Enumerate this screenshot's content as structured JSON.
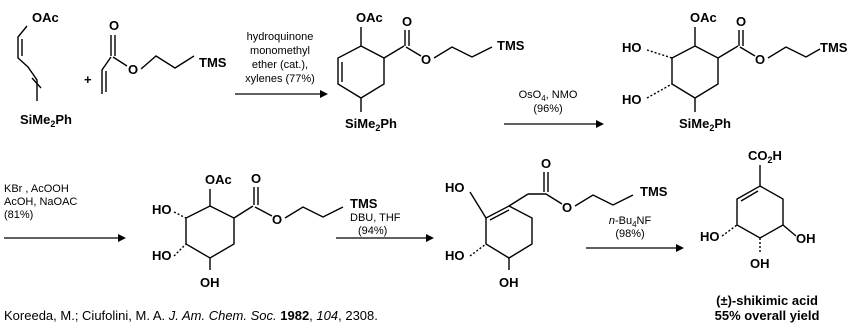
{
  "reactants": {
    "diene": {
      "oac": "OAc",
      "silyl_main": "SiMe",
      "silyl_sub": "2",
      "silyl_tail": "Ph"
    },
    "plus": "+",
    "acrylate": {
      "tms": "TMS"
    }
  },
  "step1": {
    "line1": "hydroquinone",
    "line2": "monomethyl",
    "line3": "ether (cat.),",
    "line4": "xylenes (77%)"
  },
  "cpd1": {
    "oac": "OAc",
    "tms": "TMS",
    "silyl_main": "SiMe",
    "silyl_sub": "2",
    "silyl_tail": "Ph"
  },
  "step2": {
    "reagent_main": "OsO",
    "reagent_sub": "4",
    "reagent_tail": ", NMO",
    "yield": "(96%)"
  },
  "cpd2": {
    "oac": "OAc",
    "tms": "TMS",
    "ho_top": "HO",
    "ho_bottom": "HO",
    "silyl_main": "SiMe",
    "silyl_sub": "2",
    "silyl_tail": "Ph"
  },
  "step3": {
    "line1": "KBr , AcOOH",
    "line2": "AcOH, NaOAC",
    "line3": "(81%)"
  },
  "cpd3": {
    "oac": "OAc",
    "tms": "TMS",
    "ho_top": "HO",
    "ho_bottom": "HO",
    "oh_bottom": "OH"
  },
  "step4": {
    "line1": "DBU, THF",
    "line2": "(94%)"
  },
  "cpd4": {
    "tms": "TMS",
    "ho_top": "HO",
    "ho_bottom": "HO",
    "oh_bottom": "OH"
  },
  "step5": {
    "prefix": "n",
    "reagent_main": "-Bu",
    "reagent_sub": "4",
    "reagent_tail": "NF",
    "yield": "(98%)"
  },
  "product": {
    "acid_main": "CO",
    "acid_sub": "2",
    "acid_tail": "H",
    "ho_left": "HO",
    "oh_right": "OH",
    "oh_bottom": "OH",
    "name": "(±)-shikimic acid",
    "yield_note": "55% overall yield"
  },
  "citation": {
    "authors": "Koreeda, M.; Ciufolini, M. A. ",
    "journal": "J. Am. Chem. Soc.",
    "year": "1982",
    "volume": "104",
    "pages": ", 2308."
  }
}
